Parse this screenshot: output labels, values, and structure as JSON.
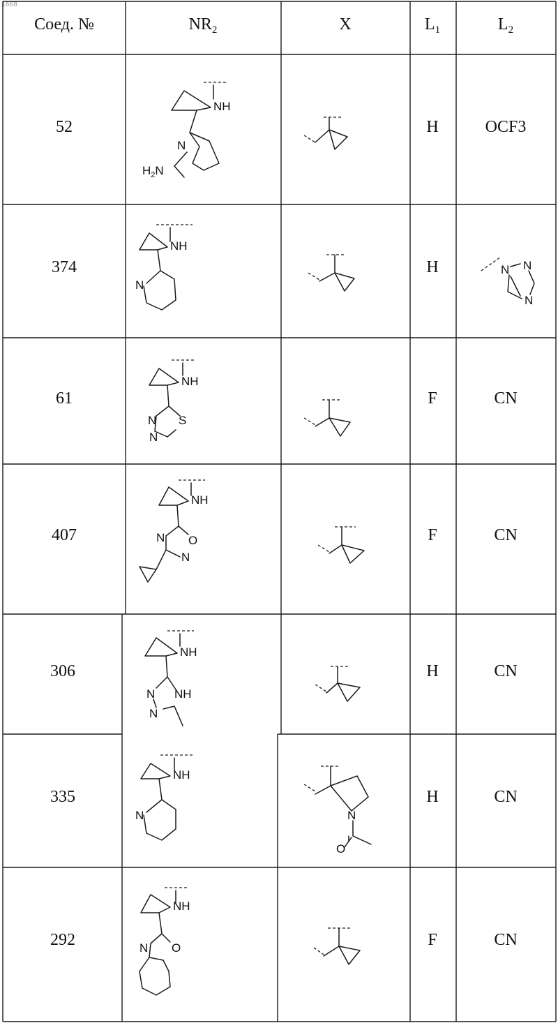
{
  "page_label": "1668",
  "table": {
    "headers": {
      "compound": "Соед. №",
      "nr2_base": "NR",
      "nr2_sub": "2",
      "x": "X",
      "l1_base": "L",
      "l1_sub": "1",
      "l2_base": "L",
      "l2_sub": "2"
    },
    "rows": [
      {
        "compound": "52",
        "l1": "H",
        "l2": "OCF3"
      },
      {
        "compound": "374",
        "l1": "H",
        "l2": ""
      },
      {
        "compound": "61",
        "l1": "F",
        "l2": "CN"
      },
      {
        "compound": "407",
        "l1": "F",
        "l2": "CN"
      },
      {
        "compound": "306",
        "l1": "H",
        "l2": "CN"
      },
      {
        "compound": "335",
        "l1": "H",
        "l2": "CN"
      },
      {
        "compound": "292",
        "l1": "F",
        "l2": "CN"
      }
    ]
  },
  "atoms": {
    "nh": "NH",
    "n": "N",
    "o": "O",
    "s": "S",
    "h2n_h": "H",
    "h2n_2": "2",
    "h2n_n": "N"
  }
}
